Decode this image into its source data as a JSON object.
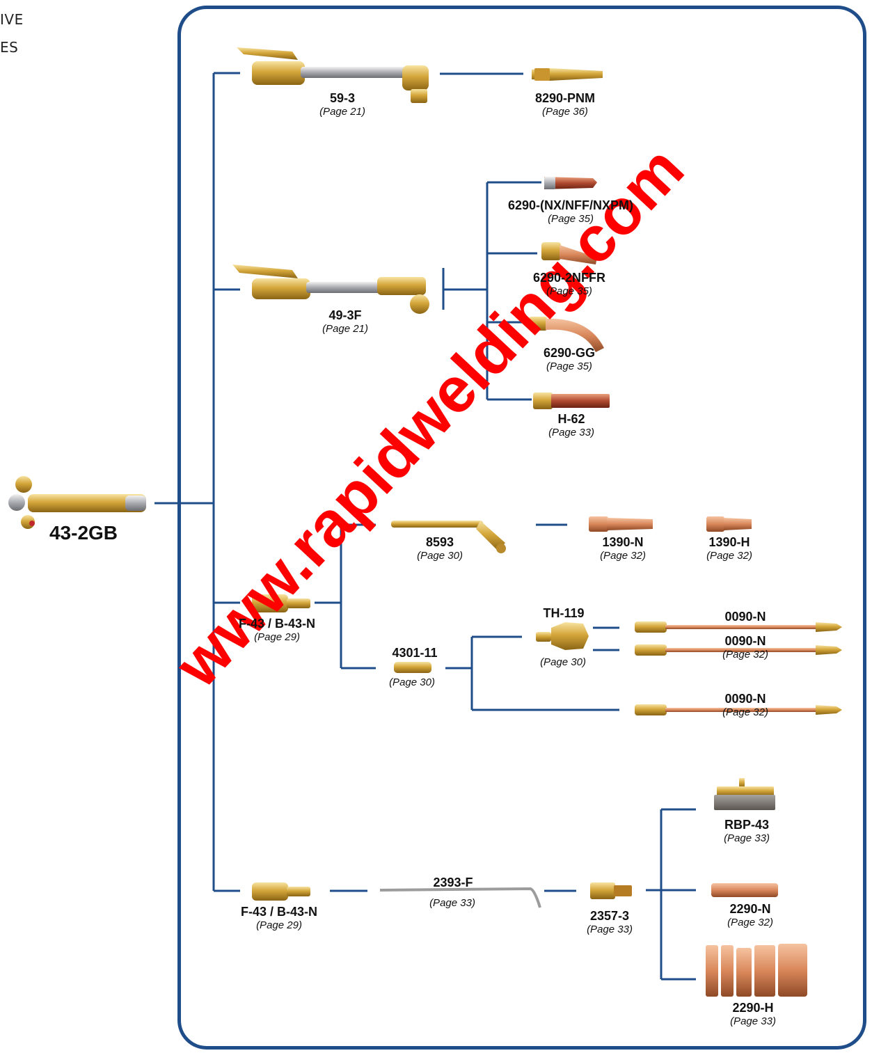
{
  "corner_text": [
    "IVE",
    "ES"
  ],
  "watermark": "www.rapidwelding.com",
  "colors": {
    "connector": "#1f4d8a",
    "watermark": "#ff0000",
    "brass": "#d4a63a",
    "copper": "#d9875a"
  },
  "parts": {
    "handle": {
      "name": "43-2GB",
      "page": ""
    },
    "cut_59_3": {
      "name": "59-3",
      "page": "(Page 21)"
    },
    "tip_8290": {
      "name": "8290-PNM",
      "page": "(Page 36)"
    },
    "cut_49_3f": {
      "name": "49-3F",
      "page": "(Page 21)"
    },
    "tip_6290_nx": {
      "name": "6290-(NX/NFF/NXPM)",
      "page": "(Page 35)"
    },
    "tip_6290_2nffr": {
      "name": "6290-2NFFR",
      "page": "(Page 35)"
    },
    "tip_6290_gg": {
      "name": "6290-GG",
      "page": "(Page 35)"
    },
    "tip_h62": {
      "name": "H-62",
      "page": "(Page 33)"
    },
    "f43_a": {
      "name": "F-43 / B-43-N",
      "page": "(Page 29)"
    },
    "ext_8593": {
      "name": "8593",
      "page": "(Page 30)"
    },
    "tip_1390n": {
      "name": "1390-N",
      "page": "(Page 32)"
    },
    "tip_1390h": {
      "name": "1390-H",
      "page": "(Page 32)"
    },
    "adp_4301": {
      "name": "4301-11",
      "page": "(Page 30)"
    },
    "th119": {
      "name": "TH-119",
      "page": "(Page 30)"
    },
    "tube_0090_a": {
      "name": "0090-N",
      "page": ""
    },
    "tube_0090_b": {
      "name": "0090-N",
      "page": "(Page 32)"
    },
    "tube_0090_c": {
      "name": "0090-N",
      "page": "(Page 32)"
    },
    "f43_b": {
      "name": "F-43 / B-43-N",
      "page": "(Page 29)"
    },
    "rod_2393": {
      "name": "2393-F",
      "page": "(Page 33)"
    },
    "adp_2357": {
      "name": "2357-3",
      "page": "(Page 33)"
    },
    "rbp43": {
      "name": "RBP-43",
      "page": "(Page 33)"
    },
    "tip_2290n": {
      "name": "2290-N",
      "page": "(Page 32)"
    },
    "tip_2290h": {
      "name": "2290-H",
      "page": "(Page 33)"
    }
  }
}
